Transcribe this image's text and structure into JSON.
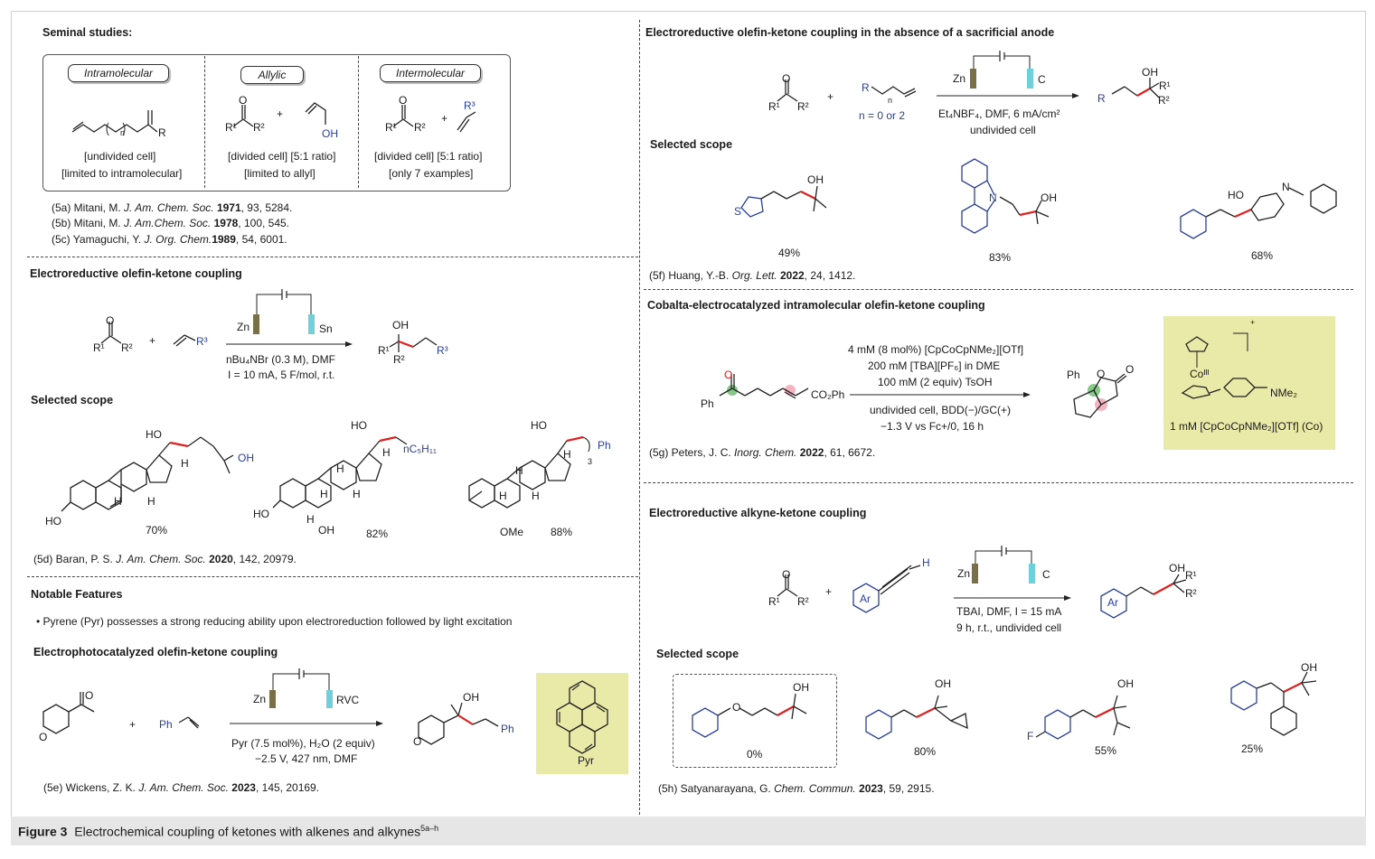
{
  "left": {
    "seminal": {
      "title": "Seminal studies:",
      "intra": {
        "label": "Intramolecular",
        "cond1": "[undivided cell]",
        "cond2": "[limited to intramolecular]",
        "atom_R": "R",
        "n": "n"
      },
      "allylic": {
        "label": "Allylic",
        "cond1": "[divided cell] [5:1 ratio]",
        "cond2": "[limited to allyl]",
        "r1": "R¹",
        "r2": "R²",
        "plus": "+",
        "oh": "OH",
        "o": "O"
      },
      "inter": {
        "label": "Intermolecular",
        "cond1": "[divided cell] [5:1 ratio]",
        "cond2": "[only 7 examples]",
        "r1": "R¹",
        "r2": "R²",
        "r3": "R³",
        "plus": "+",
        "o": "O"
      },
      "refs": [
        {
          "num": "(5a) Mitani, M. ",
          "journal": "J. Am. Chem. Soc.",
          "year": " 1971",
          "rest": ", 93, 5284."
        },
        {
          "num": "(5b) Mitani, M. ",
          "journal": "J. Am.Chem. Soc.",
          "year": " 1978",
          "rest": ", 100, 545."
        },
        {
          "num": "(5c) Yamaguchi, Y. ",
          "journal": "J. Org. Chem.",
          "year": "1989",
          "rest": ", 54, 6001."
        }
      ]
    },
    "olefin": {
      "title": "Electroreductive olefin-ketone coupling",
      "zn": "Zn",
      "sn": "Sn",
      "cond1": "nBu₄NBr (0.3 M), DMF",
      "cond2": "I = 10 mA, 5 F/mol, r.t.",
      "r1": "R¹",
      "r2": "R²",
      "r3": "R³",
      "plus": "+",
      "o": "O",
      "oh": "OH",
      "scope_title": "Selected scope",
      "yields": [
        "70%",
        "82%",
        "88%"
      ],
      "labels": {
        "ho": "HO",
        "oh": "OH",
        "h": "H",
        "ome": "OMe",
        "nc5": "nC₅H₁₁",
        "ph": "Ph",
        "three": "3"
      },
      "ref": {
        "num": "(5d) Baran, P. S. ",
        "journal": "J. Am. Chem. Soc.",
        "year": " 2020",
        "rest": ", 142, 20979."
      }
    },
    "notable": {
      "title": "Notable Features",
      "bullet": "• Pyrene (Pyr) possesses a strong reducing ability upon electroreduction followed by light excitation",
      "sub_title": "Electrophotocatalyzed olefin-ketone coupling",
      "zn": "Zn",
      "rvc": "RVC",
      "cond1": "Pyr (7.5 mol%), H₂O (2 equiv)",
      "cond2": "−2.5 V, 427 nm, DMF",
      "ph": "Ph",
      "plus": "+",
      "o": "O",
      "oh": "OH",
      "pyr": "Pyr",
      "ref": {
        "num": "(5e) Wickens, Z. K. ",
        "journal": "J. Am. Chem. Soc.",
        "year": " 2023",
        "rest": ", 145, 20169."
      }
    }
  },
  "right": {
    "noanode": {
      "title": "Electroreductive olefin-ketone coupling in the absence of a sacrificial anode",
      "zn": "Zn",
      "c": "C",
      "cond1": "Et₄NBF₄, DMF, 6 mA/cm²",
      "cond2": "undivided cell",
      "n_note": "n = 0 or 2",
      "r": "R",
      "r1": "R¹",
      "r2": "R²",
      "plus": "+",
      "o": "O",
      "oh": "OH",
      "n": "n",
      "scope_title": "Selected scope",
      "yields": [
        "49%",
        "83%",
        "68%"
      ],
      "labels": {
        "s": "S",
        "n": "N",
        "ho": "HO",
        "oh": "OH"
      },
      "ref": {
        "num": "(5f) Huang, Y.-B. ",
        "journal": "Org. Lett.",
        "year": " 2022",
        "rest": ", 24, 1412."
      }
    },
    "cobalt": {
      "title": "Cobalta-electrocatalyzed intramolecular olefin-ketone coupling",
      "cond1": "4 mM (8 mol%) [CpCoCpNMe₂][OTf]",
      "cond2": "200 mM [TBA][PF₆] in DME",
      "cond3": "100 mM (2 equiv) TsOH",
      "cond4": "undivided cell, BDD(−)/GC(+)",
      "cond5": "−1.3 V vs Fc+/0, 16 h",
      "ph": "Ph",
      "co2ph": "CO₂Ph",
      "o": "O",
      "catalyst": "1 mM [CpCoCpNMe₂][OTf] (Co)",
      "co": "Coᴵᴵᴵ",
      "nme2": "NMe₂",
      "plus_charge": "+",
      "ref": {
        "num": "(5g) Peters, J. C. ",
        "journal": "Inorg. Chem.",
        "year": " 2022",
        "rest": ", 61, 6672."
      }
    },
    "alkyne": {
      "title": "Electroreductive alkyne-ketone coupling",
      "zn": "Zn",
      "c": "C",
      "cond1": "TBAI, DMF, I = 15 mA",
      "cond2": "9 h, r.t., undivided cell",
      "ar": "Ar",
      "h": "H",
      "r1": "R¹",
      "r2": "R²",
      "plus": "+",
      "o": "O",
      "oh": "OH",
      "scope_title": "Selected scope",
      "yields": [
        "0%",
        "80%",
        "55%",
        "25%"
      ],
      "labels": {
        "f": "F",
        "o": "O",
        "oh": "OH"
      },
      "ref": {
        "num": "(5h) Satyanarayana, G. ",
        "journal": "Chem. Commun.",
        "year": " 2023",
        "rest": ", 59, 2915."
      }
    }
  },
  "caption": {
    "label": "Figure 3",
    "text": "Electrochemical coupling of ketones with alkenes and alkynes",
    "sup": "5a–h"
  },
  "colors": {
    "bond_highlight": "#e02020",
    "blue": "#2a3f9c",
    "pyr_bg": "#eaeaa8",
    "zn_electrode": "#7a7048",
    "c_electrode": "#6fd0dc",
    "green_dot": "#6fbf73",
    "pink_dot": "#f2a7b6"
  }
}
